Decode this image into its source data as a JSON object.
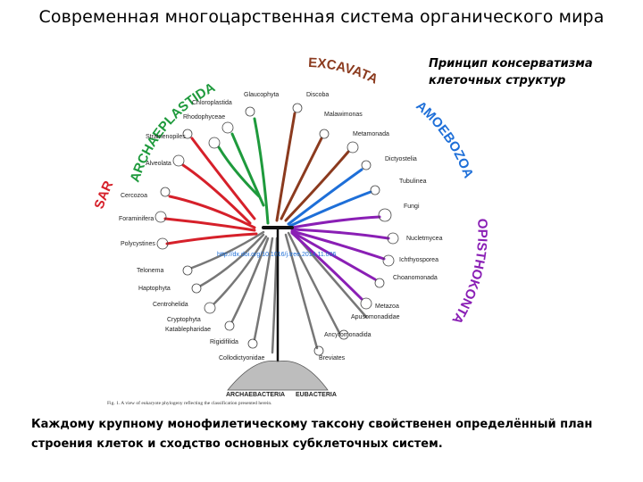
{
  "title": "Современная многоцарственная система органического мира",
  "principle": {
    "line1": "Принцип консерватизма",
    "line2": "клеточных структур"
  },
  "caption": {
    "line1": "Каждому крупному монофилетическому таксону свойственен определённый план",
    "line2": "строения клеток и сходство основных субклеточных систем."
  },
  "figure": {
    "supergroups": {
      "archaeplastida": "ARCHAEPLASTIDA",
      "excavata": "EXCAVATA",
      "amoebozoa": "AMOEBOZOA",
      "opisthokonta": "OPISTHOKONTA",
      "sar": "SAR"
    },
    "taxa": {
      "glaucophyta": "Glaucophyta",
      "chloroplastida": "Chloroplastida",
      "rhodophyceae": "Rhodophyceae",
      "stramenopiles": "Stramenopiles",
      "alveolata": "Alveolata",
      "cercozoa": "Cercozoa",
      "foraminifera": "Foraminifera",
      "polycystines": "Polycystines",
      "telonema": "Telonema",
      "haptophyta": "Haptophyta",
      "centrohelida": "Centrohelida",
      "cryptophyta": "Cryptophyta",
      "katablepharidae": "Katablepharidae",
      "rigidifilida": "Rigidifilida",
      "collodictyonidae": "Collodictyonidae",
      "discoba": "Discoba",
      "malawimonas": "Malawimonas",
      "metamonada": "Metamonada",
      "dictyostelia": "Dictyostelia",
      "tubulinea": "Tubulinea",
      "fungi": "Fungi",
      "nucletmycea": "Nucletmycea",
      "ichthyosporea": "Ichthyosporea",
      "choanomonada": "Choanomonada",
      "metazoa": "Metazoa",
      "apusomonadidae": "Apusomonadidae",
      "ancyromonadida": "Ancyromonadida",
      "breviates": "Breviates"
    },
    "doi": "http://dx.doi.org/10.1016/j.tree.2014.11.006",
    "root_left": "ARCHAEBACTERIA",
    "root_right": "EUBACTERIA",
    "fig_caption": "Fig. 1.   A view of eukaryote phylogeny reflecting the classification presented herein.",
    "colors": {
      "archaeplastida": "#1e9a3c",
      "excavata": "#8b3a1e",
      "amoebozoa": "#1e6fd8",
      "opisthokonta": "#8a1fb5",
      "sar": "#d6202a",
      "others": "#666666",
      "trunk": "#111111"
    }
  }
}
